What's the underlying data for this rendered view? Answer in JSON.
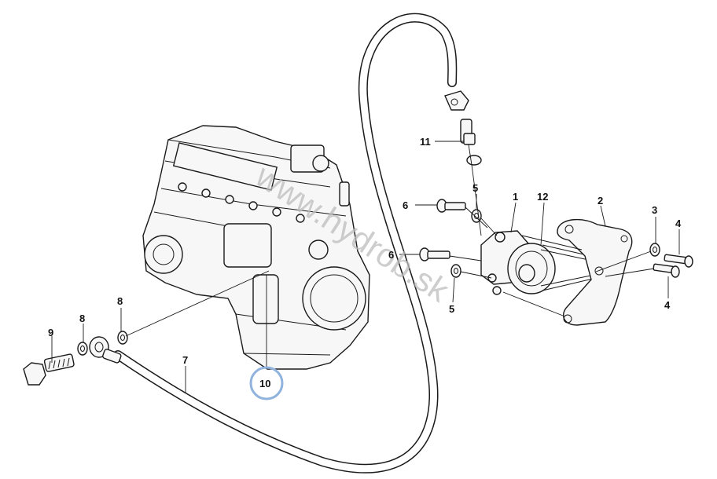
{
  "watermark": "www.hydrob.sk",
  "labels": {
    "p1": "1",
    "p2": "2",
    "p3": "3",
    "p4a": "4",
    "p4b": "4",
    "p5a": "5",
    "p5b": "5",
    "p6a": "6",
    "p6b": "6",
    "p7": "7",
    "p8a": "8",
    "p8b": "8",
    "p9": "9",
    "p10": "10",
    "p11": "11",
    "p12": "12"
  },
  "colors": {
    "highlight_circle": "#8fb3dd",
    "line": "#1a1a1a",
    "watermark": "#bdbdbd"
  }
}
